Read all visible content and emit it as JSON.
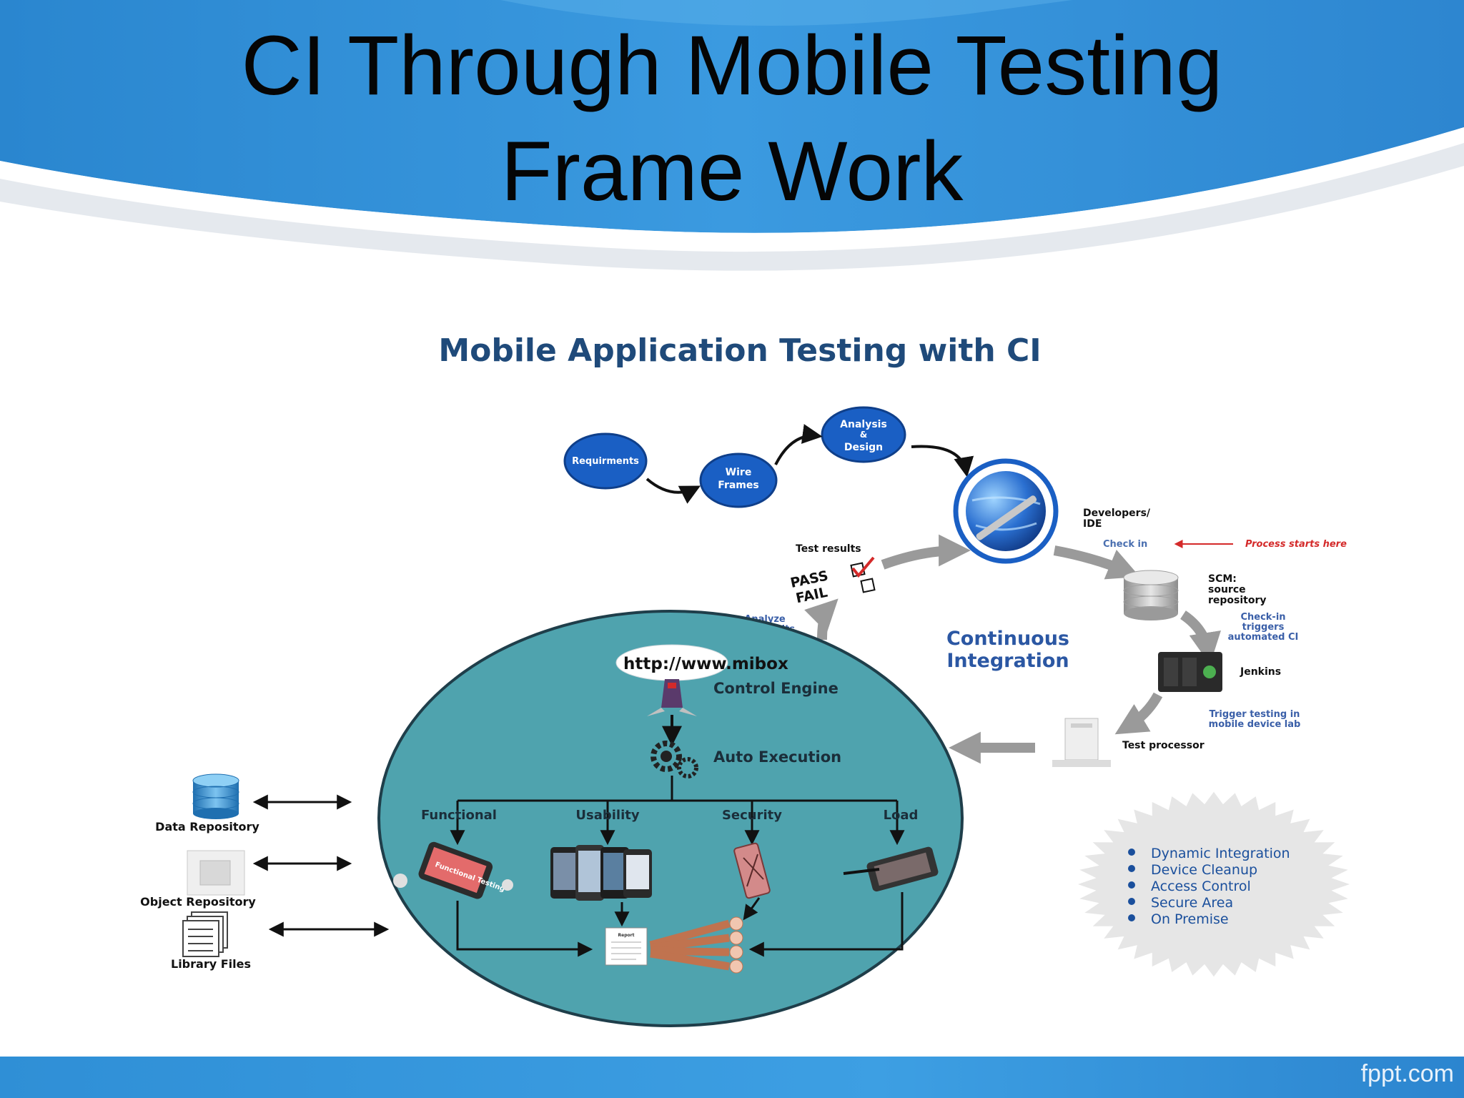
{
  "slide": {
    "title_line1": "CI Through Mobile Testing",
    "title_line2": "Frame Work",
    "footer": "fppt.com"
  },
  "diagram": {
    "heading": "Mobile Application Testing with CI",
    "phases": [
      "Requirments",
      "Wire",
      "Frames",
      "Analysis",
      "&",
      "Design"
    ],
    "developers_line1": "Developers/",
    "developers_line2": "IDE",
    "check_in": "Check in",
    "process_starts": "Process starts here",
    "scm_line1": "SCM:",
    "scm_line2": "source",
    "scm_line3": "repository",
    "checkin_triggers_line1": "Check-in",
    "checkin_triggers_line2": "triggers",
    "checkin_triggers_line3": "automated CI",
    "jenkins": "Jenkins",
    "trigger_testing_line1": "Trigger testing in",
    "trigger_testing_line2": "mobile device lab",
    "test_processor": "Test processor",
    "test_results": "Test results",
    "pass": "PASS",
    "fail": "FAIL",
    "analyze_line1": "Analyze",
    "analyze_line2": "test results",
    "ci_line1": "Continuous",
    "ci_line2": "Integration",
    "http_text": "http://www.mibox",
    "control_engine": "Control Engine",
    "auto_execution": "Auto Execution",
    "test_types": [
      "Functional",
      "Usability",
      "Security",
      "Load"
    ],
    "functional_device_text": "Functional Testing",
    "report_text": "Report",
    "repositories": [
      "Data Repository",
      "Object Repository",
      "Library Files"
    ],
    "features": [
      "Dynamic Integration",
      "Device Cleanup",
      "Access Control",
      "Secure Area",
      "On Premise"
    ]
  },
  "colors": {
    "header_blue": "#2f8fd6",
    "header_dark": "#1c6fb8",
    "circle_teal": "#4fa3ae",
    "heading_navy": "#1f4a7a",
    "phase_blue": "#1a5fc4",
    "accent_red": "#d42a2a"
  }
}
